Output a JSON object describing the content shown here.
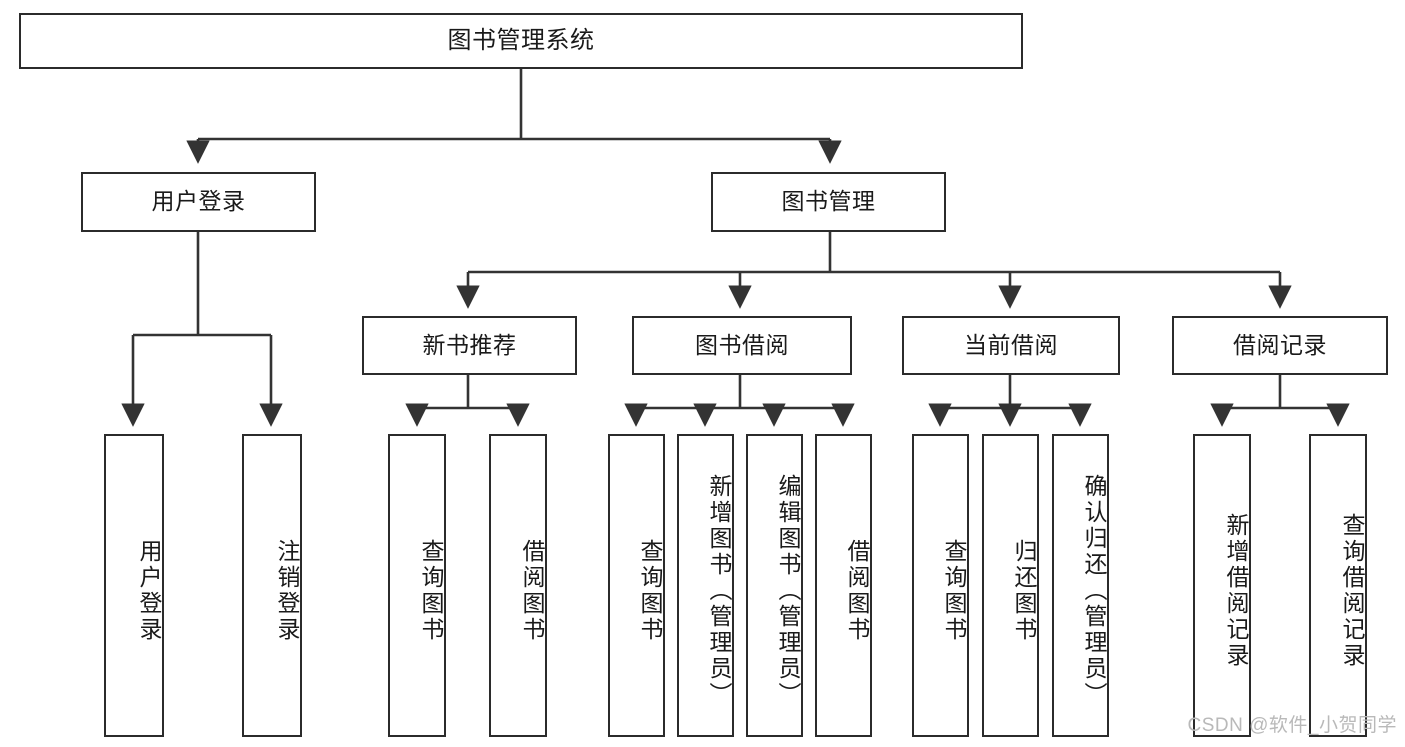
{
  "diagram": {
    "type": "tree-hierarchy-chart",
    "title": "图书管理系统",
    "orientation": "top-down",
    "colors": {
      "node_border": "#2b2b2b",
      "node_fill": "#ffffff",
      "link": "#333333",
      "text": "#1a1a1a",
      "watermark": "#b9b9b9"
    },
    "nodes": {
      "root": {
        "label": "图书管理系统"
      },
      "level2": [
        {
          "id": "user-login",
          "label": "用户登录"
        },
        {
          "id": "book-manage",
          "label": "图书管理"
        }
      ],
      "level3": [
        {
          "id": "new-book-recommend",
          "label": "新书推荐"
        },
        {
          "id": "book-borrow",
          "label": "图书借阅"
        },
        {
          "id": "current-borrow",
          "label": "当前借阅"
        },
        {
          "id": "borrow-record",
          "label": "借阅记录"
        }
      ],
      "leaves": {
        "user-login": [
          {
            "id": "leaf-user-login",
            "label": "用户登录"
          },
          {
            "id": "leaf-user-logout",
            "label": "注销登录"
          }
        ],
        "new-book-recommend": [
          {
            "id": "leaf-query-book-1",
            "label": "查询图书"
          },
          {
            "id": "leaf-borrow-book-1",
            "label": "借阅图书"
          }
        ],
        "book-borrow": [
          {
            "id": "leaf-query-book-2",
            "label": "查询图书"
          },
          {
            "id": "leaf-add-book",
            "label": "新增图书（管理员）"
          },
          {
            "id": "leaf-edit-book",
            "label": "编辑图书（管理员）"
          },
          {
            "id": "leaf-borrow-book-2",
            "label": "借阅图书"
          }
        ],
        "current-borrow": [
          {
            "id": "leaf-query-book-3",
            "label": "查询图书"
          },
          {
            "id": "leaf-return-book",
            "label": "归还图书"
          },
          {
            "id": "leaf-confirm-return",
            "label": "确认归还（管理员）"
          }
        ],
        "borrow-record": [
          {
            "id": "leaf-add-record",
            "label": "新增借阅记录"
          },
          {
            "id": "leaf-query-record",
            "label": "查询借阅记录"
          }
        ]
      }
    },
    "watermark": "CSDN @软件_小贺同学"
  }
}
